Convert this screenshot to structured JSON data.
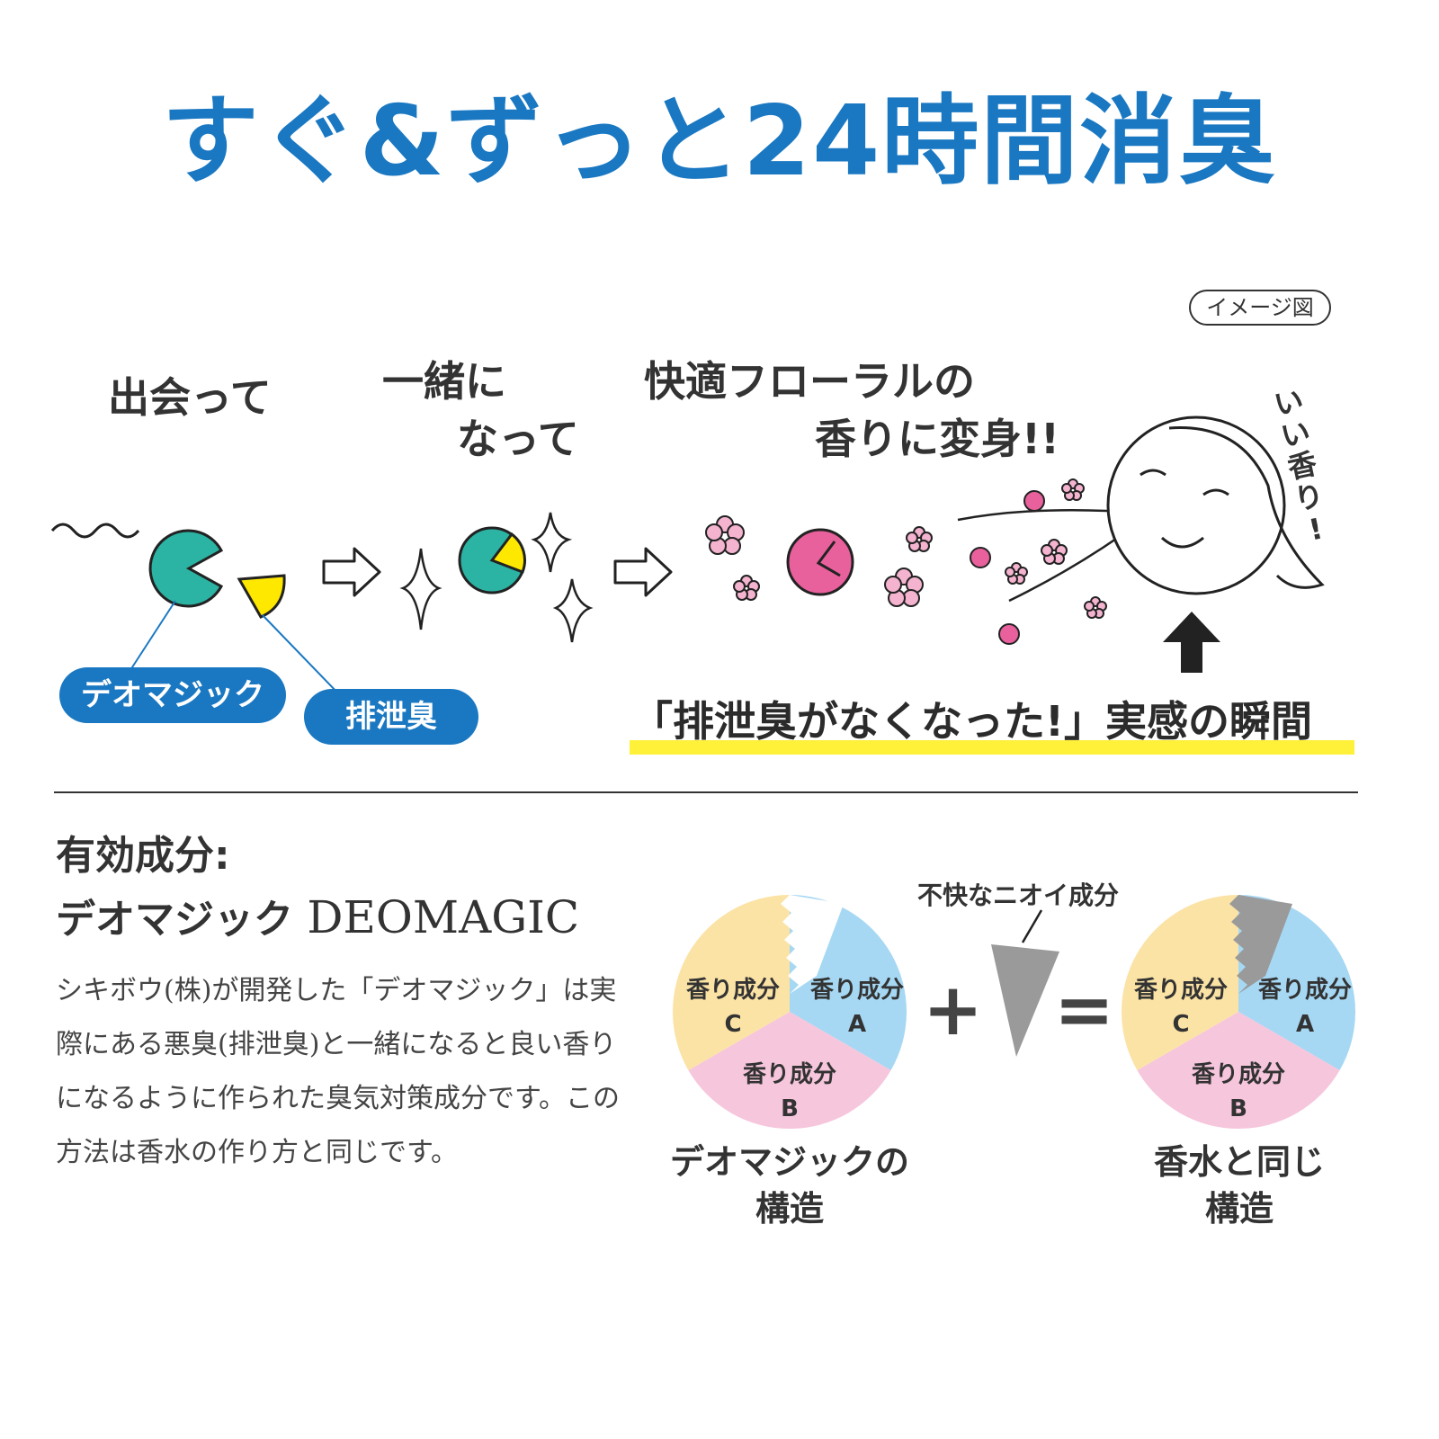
{
  "title": "すぐ&ずっと24時間消臭",
  "badge": "イメージ図",
  "steps": {
    "meet": "出会って",
    "together_1": "一緒に",
    "together_2": "なって",
    "floral_1": "快適フローラルの",
    "floral_2": "香りに変身!!"
  },
  "face_text": [
    "い",
    "い",
    "香",
    "り",
    "!"
  ],
  "pills": {
    "deomagic": "デオマジック",
    "odor": "排泄臭"
  },
  "moment": "「排泄臭がなくなった!」実感の瞬間",
  "section": {
    "heading_1": "有効成分:",
    "heading_2_jp": "デオマジック",
    "heading_2_en": "DEOMAGIC",
    "description": "シキボウ(株)が開発した「デオマジック」は実際にある悪臭(排泄臭)と一緒になると良い香りになるように作られた臭気対策成分です。この方法は香水の作り方と同じです。"
  },
  "diagram": {
    "odor_label": "不快なニオイ成分",
    "plus": "+",
    "equals": "=",
    "left_pie": {
      "a_1": "香り成分",
      "a_2": "A",
      "b_1": "香り成分",
      "b_2": "B",
      "c_1": "香り成分",
      "c_2": "C",
      "caption_1": "デオマジックの",
      "caption_2": "構造"
    },
    "right_pie": {
      "a_1": "香り成分",
      "a_2": "A",
      "b_1": "香り成分",
      "b_2": "B",
      "c_1": "香り成分",
      "c_2": "C",
      "caption_1": "香水と同じ",
      "caption_2": "構造"
    }
  },
  "colors": {
    "brand_blue": "#1a78c2",
    "teal": "#2bb3a3",
    "yellow": "#ffe800",
    "pink": "#e8609c",
    "flower_pink": "#f4b3cf",
    "highlight": "#fff03a",
    "pie_a": "#a6d8f4",
    "pie_b": "#f6c6dc",
    "pie_c": "#fbe3a6",
    "odor_gray": "#9a9a9a"
  }
}
